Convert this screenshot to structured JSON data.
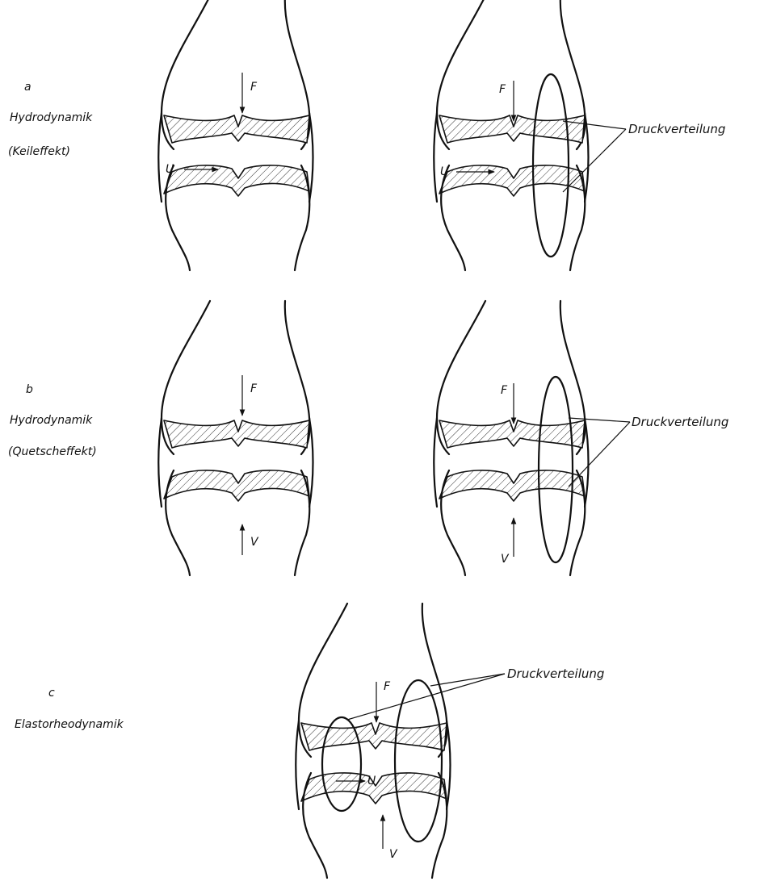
{
  "panels": [
    {
      "letter": "a",
      "title": "Hydrodynamik",
      "subtitle": "(Keileffekt)"
    },
    {
      "letter": "b",
      "title": "Hydrodynamik",
      "subtitle": "(Quetscheffekt)"
    },
    {
      "letter": "c",
      "title": "Elastorheodynamik",
      "subtitle": ""
    }
  ],
  "symbols": {
    "force": "F",
    "sliding": "U",
    "squeeze": "V"
  },
  "pressure_label": "Druckverteilung"
}
